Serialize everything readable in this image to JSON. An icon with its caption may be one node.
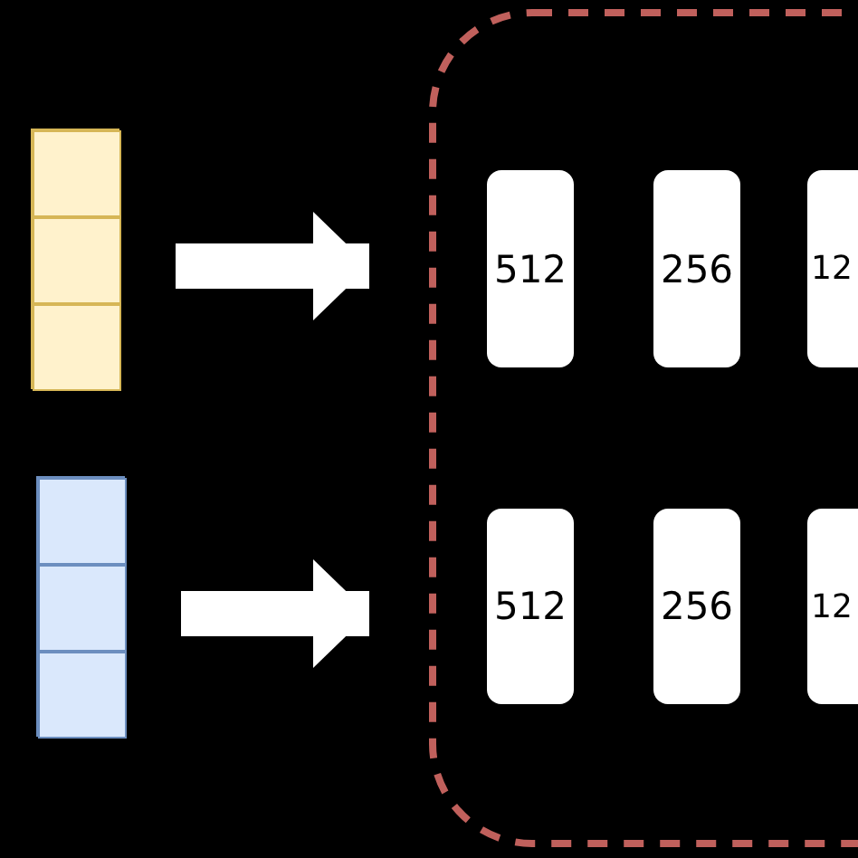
{
  "diagram": {
    "nodes": [
      {
        "text": [],
        "shape": "bar"
      },
      {
        "text": [],
        "shape": "box",
        "in": 0
      },
      {
        "text": [],
        "shape": "box",
        "in": 0
      },
      {
        "text": [],
        "shape": "box",
        "in": 0
      },
      {
        "text": [],
        "shape": "bar"
      },
      {
        "text": [],
        "shape": "box",
        "in": 4
      },
      {
        "text": [],
        "shape": "box",
        "in": 4
      },
      {
        "text": [],
        "shape": "box",
        "in": 4
      },
      {
        "text": [],
        "shape": "box"
      },
      {
        "text": [
          "512"
        ],
        "in": 8
      },
      {
        "text": [
          "256"
        ],
        "in": 8
      },
      {
        "text": [
          "12"
        ],
        "in": 8
      },
      {
        "text": [
          "512"
        ],
        "in": 8
      },
      {
        "text": [
          "256"
        ],
        "in": 8
      },
      {
        "text": [
          "12"
        ],
        "in": 8
      }
    ],
    "edges": [
      {
        "from": 0,
        "to": 8,
        "arrow": "to"
      },
      {
        "from": 4,
        "to": 8,
        "arrow": "to"
      }
    ]
  }
}
